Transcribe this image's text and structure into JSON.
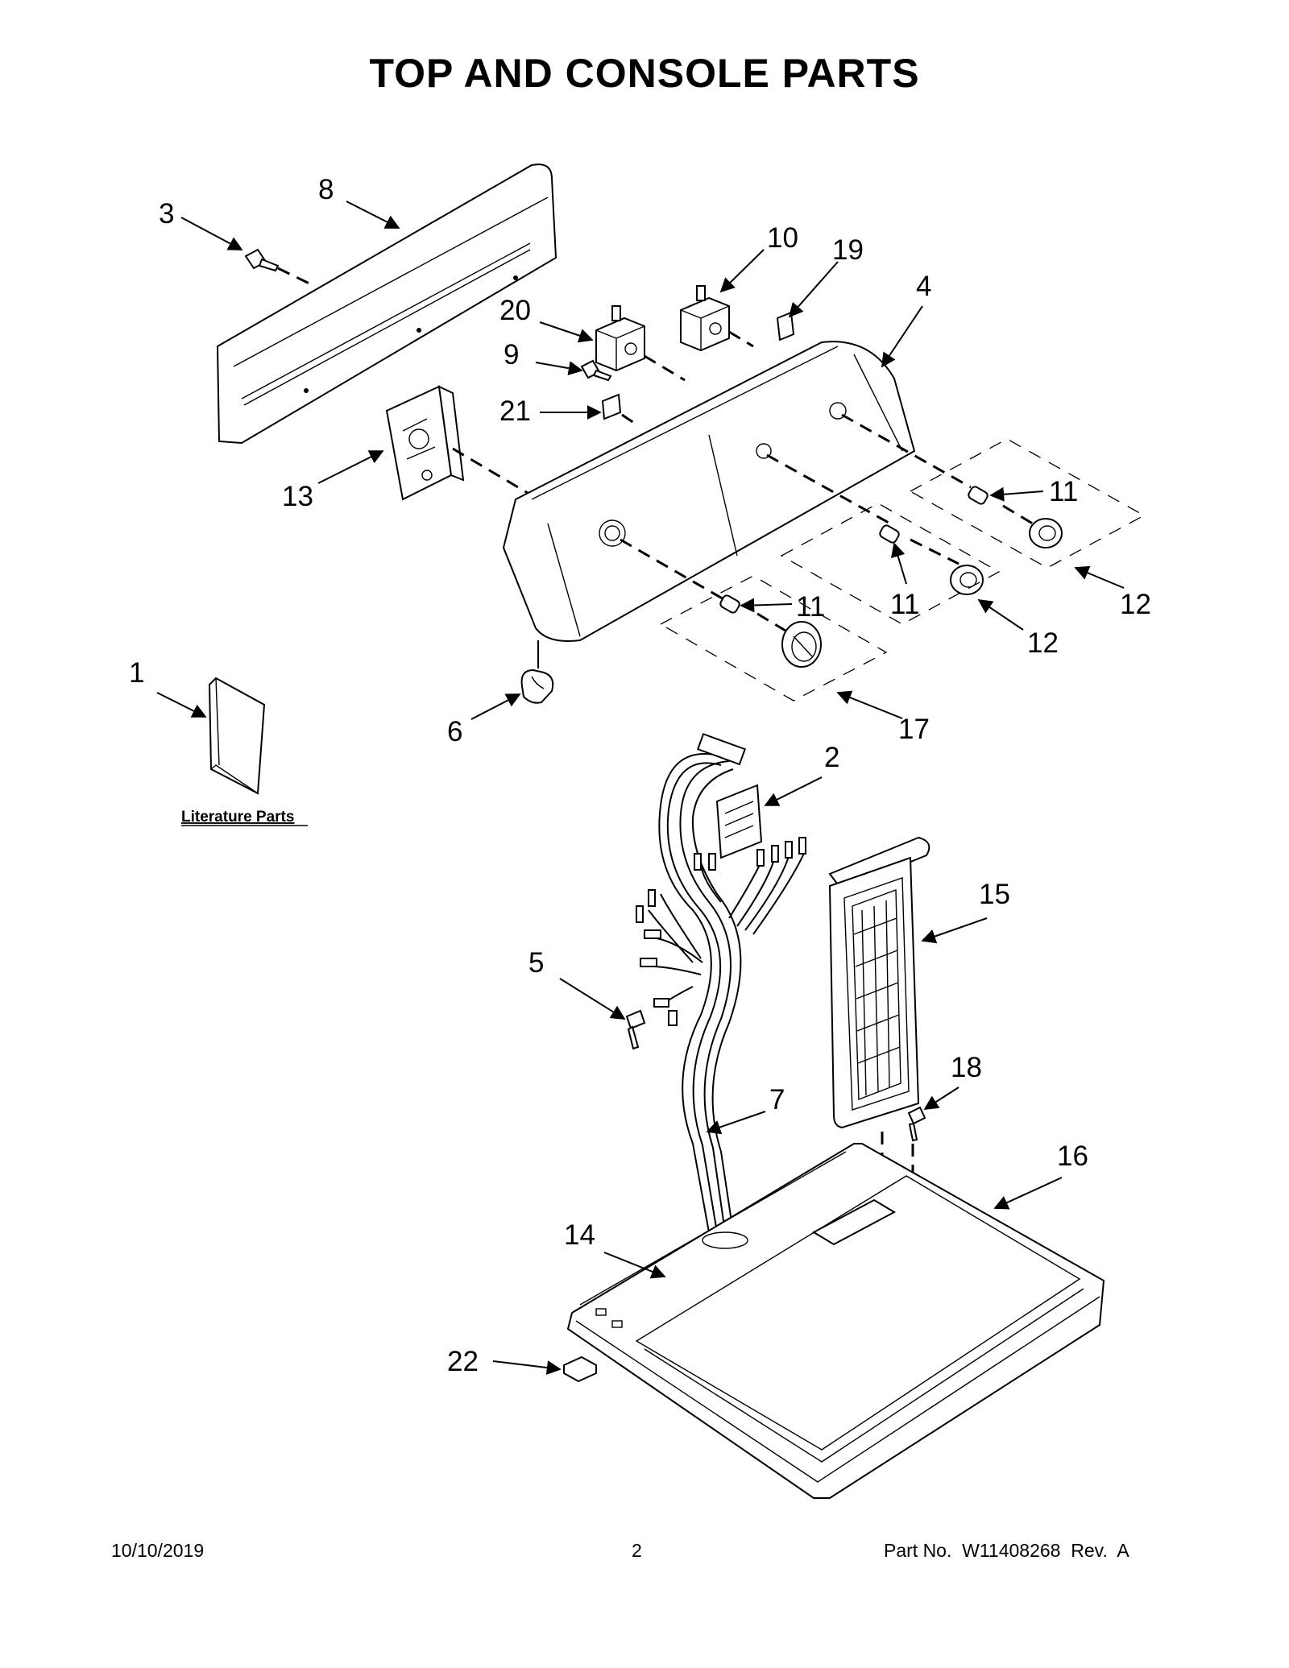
{
  "page": {
    "title": "TOP AND CONSOLE PARTS",
    "literature_label": "Literature Parts",
    "footer": {
      "date": "10/10/2019",
      "page_number": "2",
      "part_no": "Part No.  W11408268  Rev.  A"
    }
  },
  "callouts": {
    "c1": "1",
    "c2": "2",
    "c3": "3",
    "c4": "4",
    "c5": "5",
    "c6": "6",
    "c7": "7",
    "c8": "8",
    "c9": "9",
    "c10": "10",
    "c11a": "11",
    "c11b": "11",
    "c11c": "11",
    "c12a": "12",
    "c12b": "12",
    "c13": "13",
    "c14": "14",
    "c15": "15",
    "c16": "16",
    "c17": "17",
    "c18": "18",
    "c19": "19",
    "c20": "20",
    "c21": "21",
    "c22": "22"
  },
  "colors": {
    "line": "#000000",
    "background": "#ffffff"
  }
}
